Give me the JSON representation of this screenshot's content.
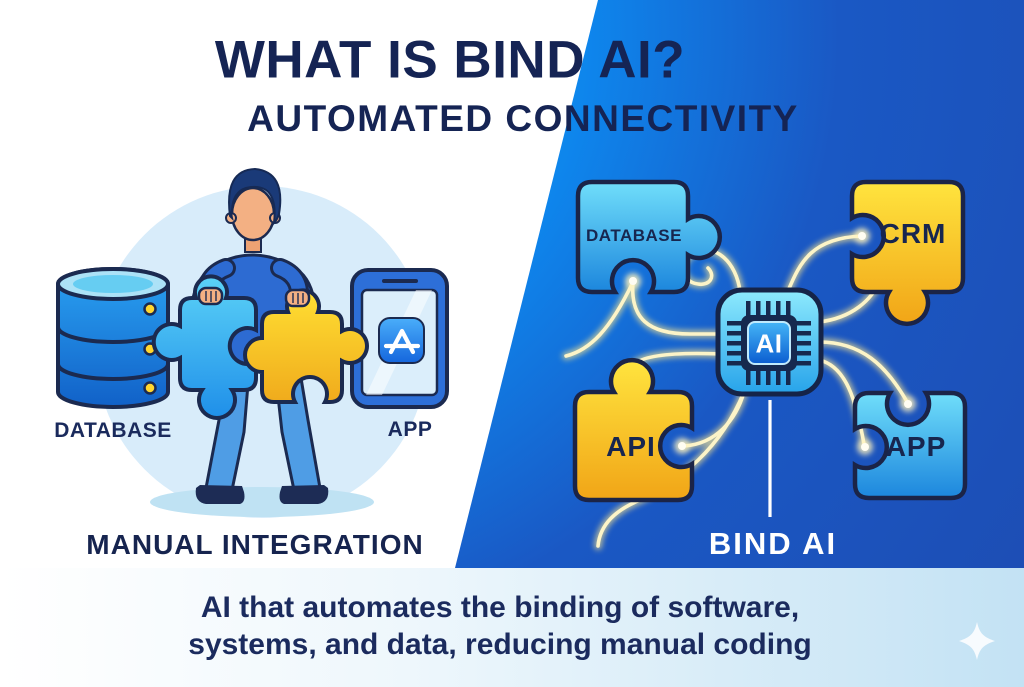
{
  "header": {
    "title": "WHAT IS BIND AI?",
    "subtitle": "AUTOMATED CONNECTIVITY"
  },
  "left_panel": {
    "database_label": "DATABASE",
    "app_label": "APP",
    "caption": "MANUAL INTEGRATION"
  },
  "right_panel": {
    "pieces": {
      "database": "DATABASE",
      "crm": "CRM",
      "api": "API",
      "app": "APP"
    },
    "chip_label": "AI",
    "caption": "BIND AI"
  },
  "footer": {
    "line1": "AI that automates the binding of software,",
    "line2": "systems, and data, reducing manual coding"
  },
  "icons": {
    "ai_chip": "ai-chip-icon",
    "database_cylinder": "database-cylinder-icon",
    "app_store": "app-store-icon",
    "sparkle": "four-point-star-icon"
  },
  "colors": {
    "navy_text": "#1a2a5c",
    "panel_azure": "#18a6f3",
    "panel_deep_blue": "#1d4eb5",
    "piece_cyan_top": "#70defa",
    "piece_cyan_bottom": "#1c86dd",
    "piece_yellow_top": "#ffe43e",
    "piece_yellow_bottom": "#f1a517",
    "wire": "#fcf4c8",
    "footer_bg_right": "#c3e2f4"
  }
}
